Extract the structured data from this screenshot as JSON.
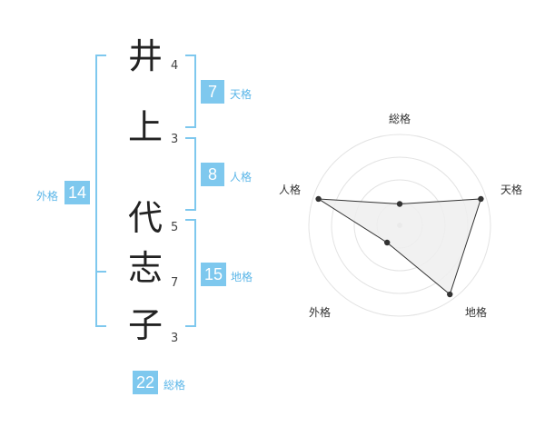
{
  "name": {
    "chars": [
      {
        "char": "井",
        "strokes": "4"
      },
      {
        "char": "上",
        "strokes": "3"
      },
      {
        "char": "代",
        "strokes": "5"
      },
      {
        "char": "志",
        "strokes": "7"
      },
      {
        "char": "子",
        "strokes": "3"
      }
    ]
  },
  "kaku": {
    "tenkaku": {
      "value": "7",
      "label": "天格"
    },
    "jinkaku": {
      "value": "8",
      "label": "人格"
    },
    "chikaku": {
      "value": "15",
      "label": "地格"
    },
    "gaikaku": {
      "value": "14",
      "label": "外格"
    },
    "soukaku": {
      "value": "22",
      "label": "総格"
    }
  },
  "colors": {
    "accent": "#7ec8ee",
    "grid": "#e3e3e3",
    "fill": "#eeeeee",
    "line": "#333333"
  },
  "chart_data": {
    "type": "radar",
    "axes": [
      "総格",
      "天格",
      "地格",
      "外格",
      "人格"
    ],
    "values": [
      1,
      4,
      4,
      1,
      4
    ],
    "max": 4
  }
}
